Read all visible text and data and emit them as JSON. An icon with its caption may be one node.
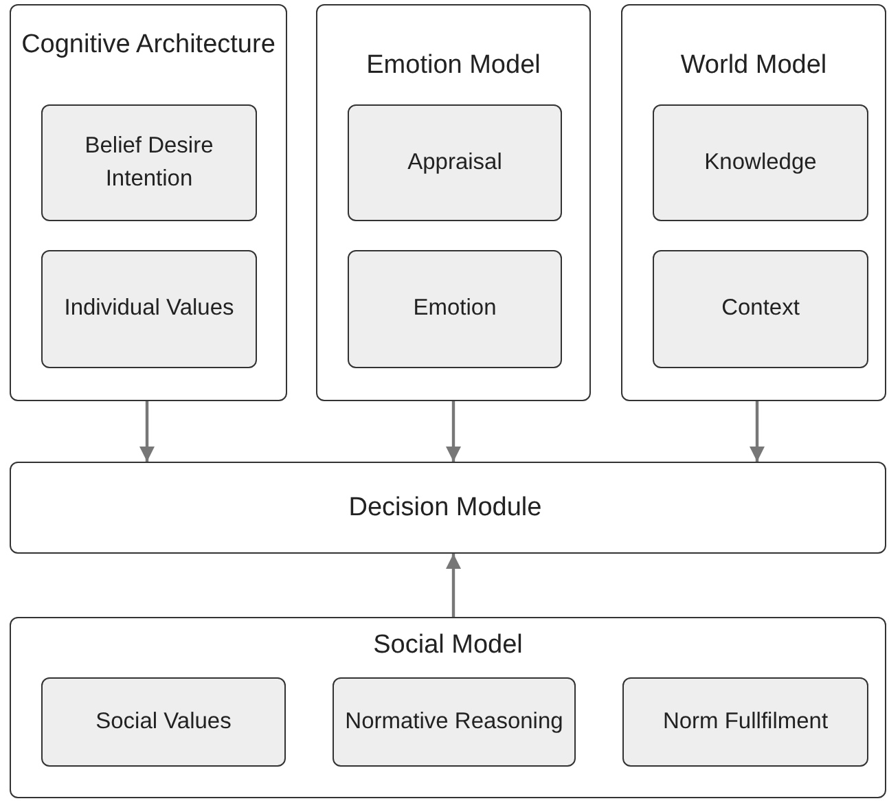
{
  "diagram": {
    "nodes": [
      {
        "text": [
          "Cognitive Architecture"
        ]
      },
      {
        "text": [
          "Belief Desire Intention"
        ],
        "in": 0
      },
      {
        "text": [
          "Individual Values"
        ],
        "in": 0
      },
      {
        "text": [
          "Emotion Model"
        ]
      },
      {
        "text": [
          "Appraisal"
        ],
        "in": 3
      },
      {
        "text": [
          "Emotion"
        ],
        "in": 3
      },
      {
        "text": [
          "World Model"
        ]
      },
      {
        "text": [
          "Knowledge"
        ],
        "in": 6
      },
      {
        "text": [
          "Context"
        ],
        "in": 6
      },
      {
        "text": [
          "Decision Module"
        ]
      },
      {
        "text": [
          "Social Model"
        ]
      },
      {
        "text": [
          "Social Values"
        ],
        "in": 10
      },
      {
        "text": [
          "Normative Reasoning"
        ],
        "in": 10
      },
      {
        "text": [
          "Norm Fullfilment"
        ],
        "in": 10
      }
    ],
    "edges": [
      {
        "from": 0,
        "to": 9,
        "arrow": "to"
      },
      {
        "from": 3,
        "to": 9,
        "arrow": "to"
      },
      {
        "from": 6,
        "to": 9,
        "arrow": "to"
      },
      {
        "from": 10,
        "to": 9,
        "arrow": "to"
      }
    ]
  }
}
